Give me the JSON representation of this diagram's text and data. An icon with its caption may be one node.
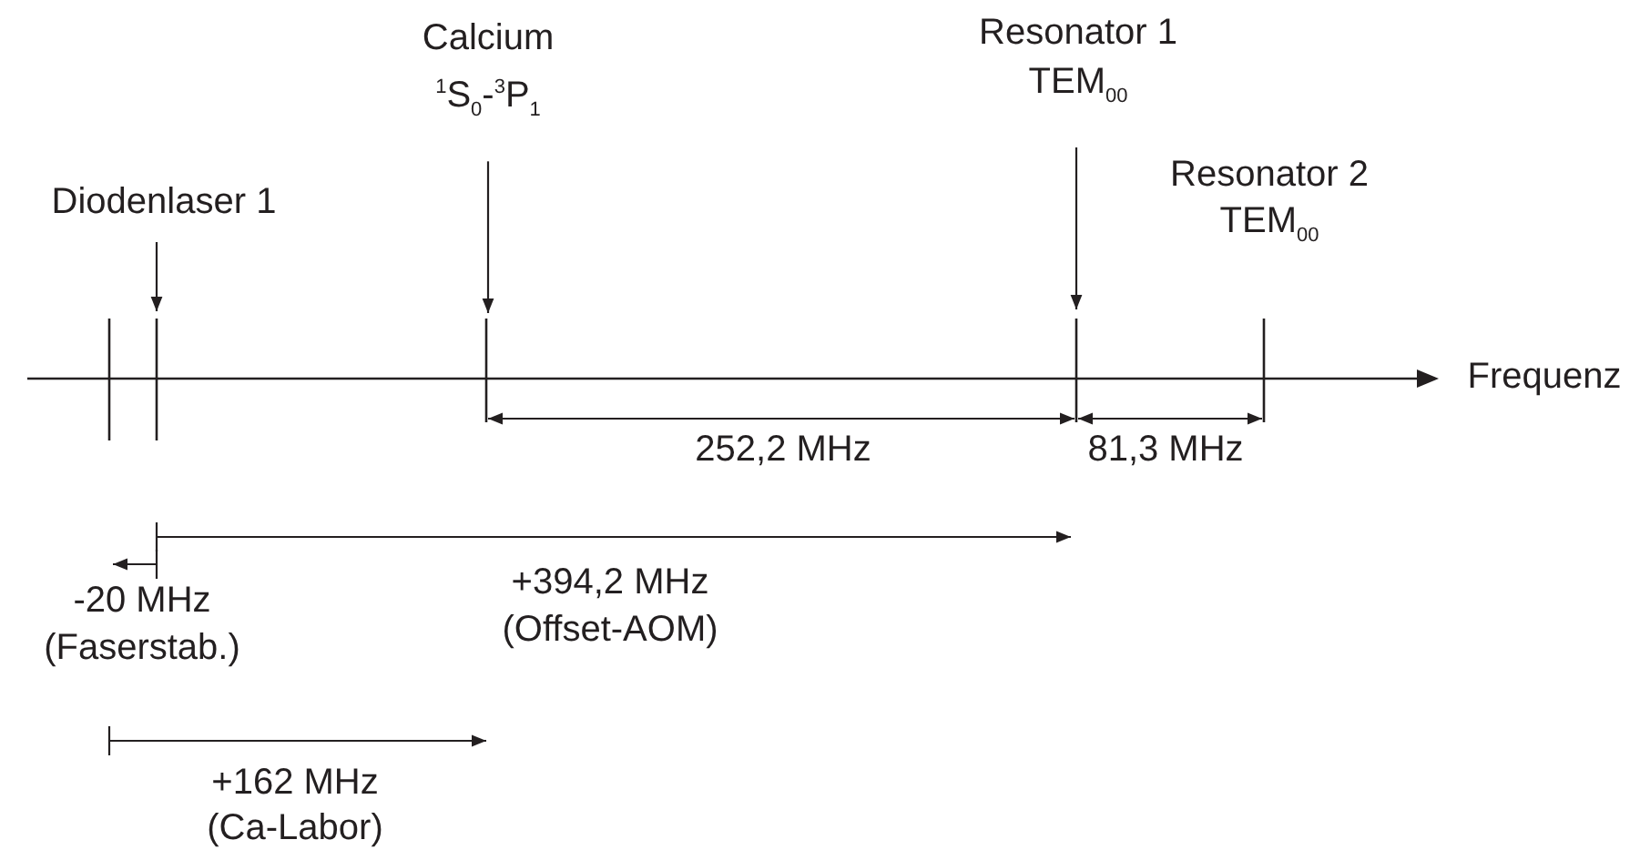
{
  "diagram": {
    "nodes": [
      {
        "text": [
          "Calcium",
          "$^{1}$S$_{0}$-$^{3}$P$_{1}$"
        ]
      },
      {
        "text": [
          "Resonator 1",
          "TEM$_{00}$"
        ]
      },
      {
        "text": [
          "Diodenlaser 1"
        ]
      }
    ],
    "edges": [
      {
        "from": 0,
        "to": null,
        "arrow": "to"
      },
      {
        "from": 1,
        "to": null,
        "arrow": "to"
      },
      {
        "from": 2,
        "to": null,
        "arrow": "to"
      }
    ],
    "labels": [
      "Resonator 2",
      "TEM$_{00}$",
      "Frequenz",
      "252,2 MHz",
      "81,3 MHz",
      "-20 MHz",
      "(Faserstab.)",
      "+394,2 MHz",
      "(Offset-AOM)",
      "+162 MHz",
      "(Ca-Labor)"
    ]
  }
}
